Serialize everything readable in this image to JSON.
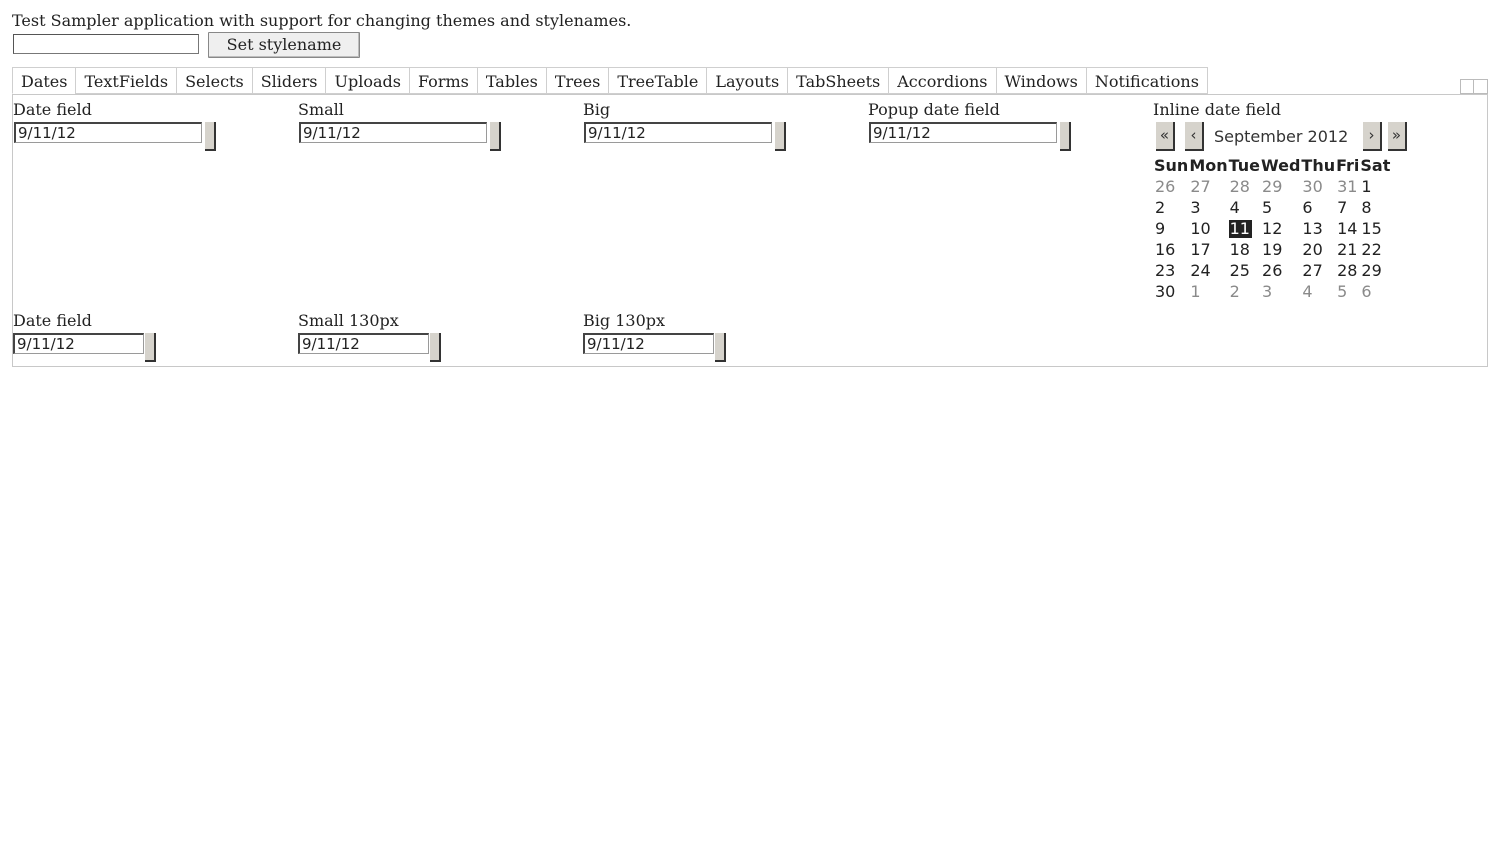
{
  "intro_text": "Test Sampler application with support for changing themes and stylenames.",
  "stylename": {
    "value": "",
    "button_label": "Set stylename"
  },
  "tabs": [
    "Dates",
    "TextFields",
    "Selects",
    "Sliders",
    "Uploads",
    "Forms",
    "Tables",
    "Trees",
    "TreeTable",
    "Layouts",
    "TabSheets",
    "Accordions",
    "Windows",
    "Notifications"
  ],
  "selected_tab": "Dates",
  "row1": [
    {
      "label": "Date field",
      "value": "9/11/12"
    },
    {
      "label": "Small",
      "value": "9/11/12"
    },
    {
      "label": "Big",
      "value": "9/11/12"
    },
    {
      "label": "Popup date field",
      "value": "9/11/12"
    }
  ],
  "row2": [
    {
      "label": "Date field",
      "value": "9/11/12"
    },
    {
      "label": "Small 130px",
      "value": "9/11/12"
    },
    {
      "label": "Big 130px",
      "value": "9/11/12"
    }
  ],
  "inline_calendar": {
    "label": "Inline date field",
    "month": "September 2012",
    "nav": {
      "prev_year": "«",
      "prev_month": "‹",
      "next_month": "›",
      "next_year": "»"
    },
    "weekdays": [
      "Sun",
      "Mon",
      "Tue",
      "Wed",
      "Thu",
      "Fri",
      "Sat"
    ],
    "weeks": [
      [
        {
          "d": "26",
          "o": true
        },
        {
          "d": "27",
          "o": true
        },
        {
          "d": "28",
          "o": true
        },
        {
          "d": "29",
          "o": true
        },
        {
          "d": "30",
          "o": true
        },
        {
          "d": "31",
          "o": true
        },
        {
          "d": "1"
        }
      ],
      [
        {
          "d": "2"
        },
        {
          "d": "3"
        },
        {
          "d": "4"
        },
        {
          "d": "5"
        },
        {
          "d": "6"
        },
        {
          "d": "7"
        },
        {
          "d": "8"
        }
      ],
      [
        {
          "d": "9"
        },
        {
          "d": "10"
        },
        {
          "d": "11",
          "s": true
        },
        {
          "d": "12"
        },
        {
          "d": "13"
        },
        {
          "d": "14"
        },
        {
          "d": "15"
        }
      ],
      [
        {
          "d": "16"
        },
        {
          "d": "17"
        },
        {
          "d": "18"
        },
        {
          "d": "19"
        },
        {
          "d": "20"
        },
        {
          "d": "21"
        },
        {
          "d": "22"
        }
      ],
      [
        {
          "d": "23"
        },
        {
          "d": "24"
        },
        {
          "d": "25"
        },
        {
          "d": "26"
        },
        {
          "d": "27"
        },
        {
          "d": "28"
        },
        {
          "d": "29"
        }
      ],
      [
        {
          "d": "30"
        },
        {
          "d": "1",
          "o": true
        },
        {
          "d": "2",
          "o": true
        },
        {
          "d": "3",
          "o": true
        },
        {
          "d": "4",
          "o": true
        },
        {
          "d": "5",
          "o": true
        },
        {
          "d": "6",
          "o": true
        }
      ]
    ]
  }
}
